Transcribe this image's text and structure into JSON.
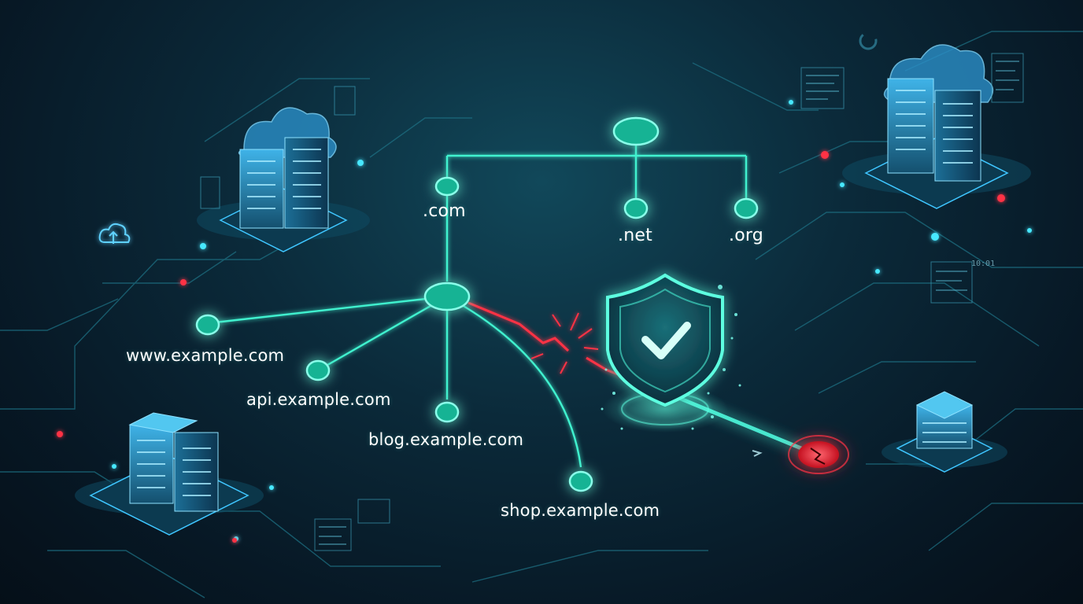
{
  "colors": {
    "node": "#34e3c2",
    "node_glow": "#7affea",
    "threat": "#ff3344",
    "server": "#3aa8e0",
    "background": "#071825"
  },
  "tree": {
    "tlds": [
      {
        "label": ".com"
      },
      {
        "label": ".net"
      },
      {
        "label": ".org"
      }
    ],
    "subdomains": [
      {
        "label": "www.example.com"
      },
      {
        "label": "api.example.com"
      },
      {
        "label": "blog.example.com"
      },
      {
        "label": "shop.example.com"
      }
    ]
  },
  "decor": {
    "corner_code": "10:01"
  },
  "icons": {
    "shield": "shield-check-icon",
    "threat": "broken-threat-icon",
    "cloud": "cloud-upload-icon",
    "server": "server-stack-icon"
  }
}
